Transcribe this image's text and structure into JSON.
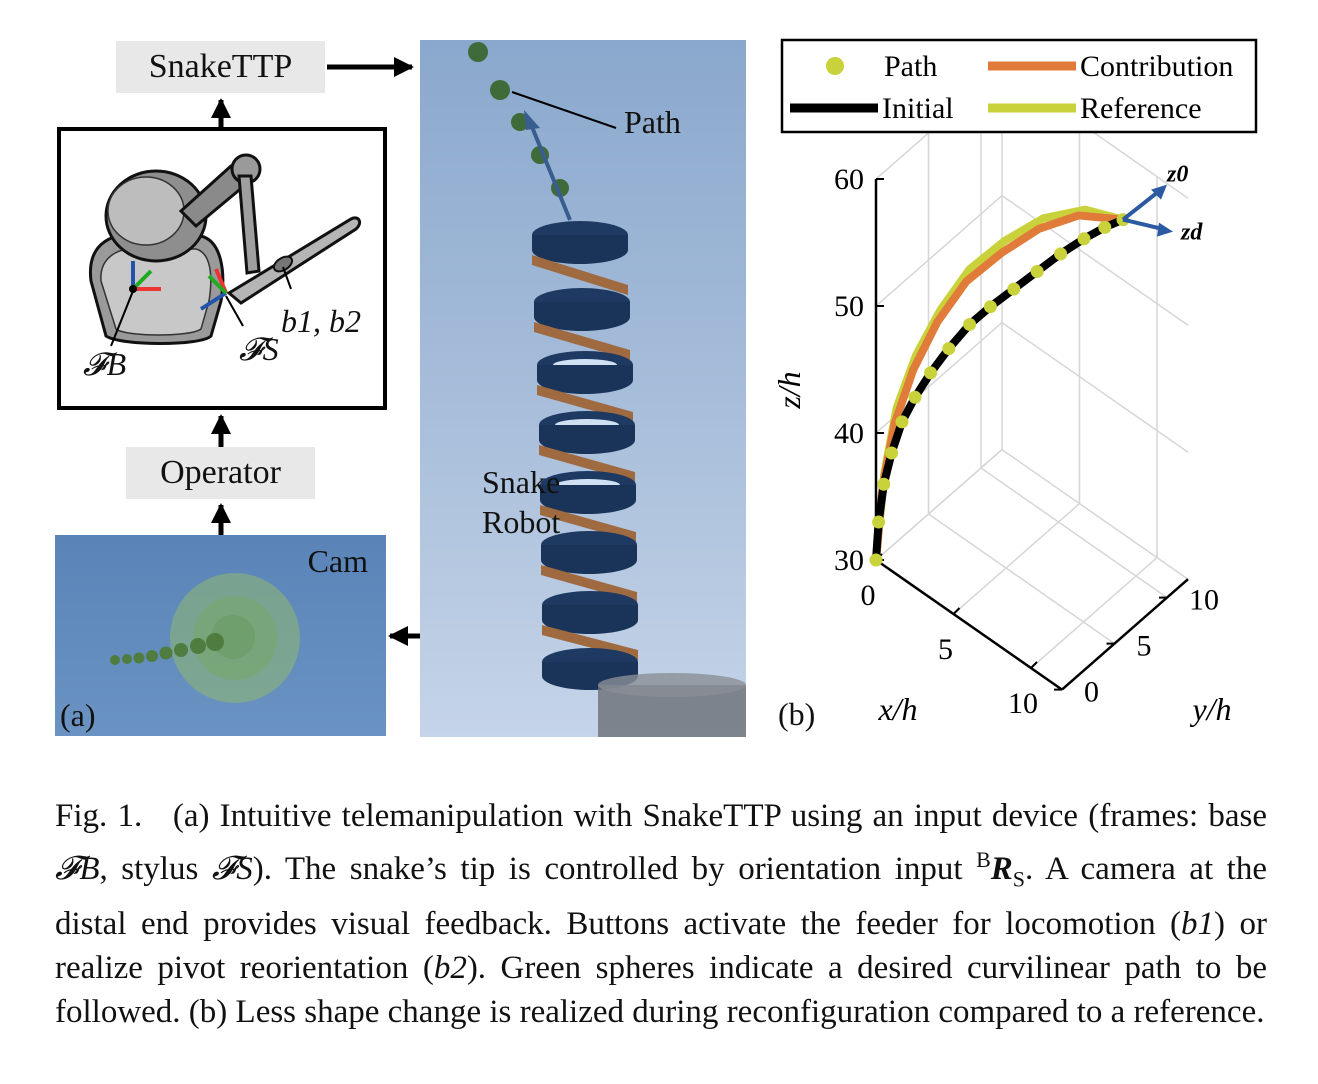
{
  "panel_a": {
    "snakettp_label": "SnakeTTP",
    "operator_label": "Operator",
    "cam_label": "Cam",
    "panel_letter": "(a)",
    "frame_base_label": "𝓕B",
    "frame_stylus_label": "𝓕S",
    "buttons_label": "b1, b2",
    "path_label": "Path",
    "snake_robot_label_line1": "Snake",
    "snake_robot_label_line2": "Robot"
  },
  "panel_b": {
    "panel_letter": "(b)",
    "z0_label": "z0",
    "zd_label": "zd"
  },
  "chart_data": {
    "type": "line",
    "title": "",
    "xlabel": "x/h",
    "ylabel": "y/h",
    "zlabel": "z/h",
    "xticks": [
      0,
      5,
      10
    ],
    "yticks": [
      0,
      5,
      10
    ],
    "zticks": [
      30,
      40,
      50,
      60
    ],
    "xlim": [
      0,
      12
    ],
    "ylim": [
      0,
      12
    ],
    "zlim": [
      30,
      60
    ],
    "grid": true,
    "legend_position": "top",
    "legend": [
      "Path",
      "Contribution",
      "Initial",
      "Reference"
    ],
    "series": [
      {
        "name": "Path",
        "style": "markers",
        "color": "#c9d23a",
        "x": [
          0,
          0.1,
          0.3,
          0.6,
          1.0,
          1.5,
          2.1,
          2.8,
          3.6,
          4.4,
          5.3,
          6.2,
          7.1,
          8.0,
          8.8,
          9.5
        ],
        "y": [
          0,
          0.1,
          0.3,
          0.6,
          1.0,
          1.5,
          2.1,
          2.8,
          3.6,
          4.4,
          5.3,
          6.2,
          7.1,
          8.0,
          8.8,
          9.5
        ],
        "z": [
          30,
          33,
          36,
          38.5,
          41,
          43,
          45,
          47,
          49,
          50.5,
          52,
          53.5,
          55,
          56.3,
          57.3,
          58
        ]
      },
      {
        "name": "Contribution",
        "style": "line",
        "color": "#e07b39",
        "x": [
          0,
          0.3,
          0.8,
          1.6,
          2.6,
          3.8,
          5.2,
          6.6,
          8.0,
          9.5
        ],
        "y": [
          0,
          0.2,
          0.6,
          1.2,
          2.0,
          3.0,
          4.3,
          5.8,
          7.5,
          9.5
        ],
        "z": [
          30,
          36,
          41,
          45.5,
          49.5,
          53,
          55.5,
          57.5,
          58.5,
          58
        ]
      },
      {
        "name": "Initial",
        "style": "line",
        "color": "#000000",
        "x": [
          0,
          0.1,
          0.3,
          0.6,
          1.0,
          1.5,
          2.1,
          2.8,
          3.6,
          4.4,
          5.3,
          6.2,
          7.1,
          8.0,
          8.8,
          9.5
        ],
        "y": [
          0,
          0.1,
          0.3,
          0.6,
          1.0,
          1.5,
          2.1,
          2.8,
          3.6,
          4.4,
          5.3,
          6.2,
          7.1,
          8.0,
          8.8,
          9.5
        ],
        "z": [
          30,
          33,
          36,
          38.5,
          41,
          43,
          45,
          47,
          49,
          50.5,
          52,
          53.5,
          55,
          56.3,
          57.3,
          58
        ]
      },
      {
        "name": "Reference",
        "style": "line",
        "color": "#c9d23a",
        "x": [
          0,
          0.4,
          1.0,
          1.9,
          3.0,
          4.2,
          5.6,
          7.0,
          8.4,
          9.5
        ],
        "y": [
          0,
          0.2,
          0.5,
          1.0,
          1.7,
          2.7,
          4.0,
          5.6,
          7.5,
          9.5
        ],
        "z": [
          30,
          37,
          42.5,
          47,
          51,
          54.5,
          57,
          58.8,
          59.3,
          58
        ]
      }
    ]
  },
  "caption": {
    "fig_label": "Fig. 1.",
    "part1": "(a) Intuitive telemanipulation with SnakeTTP using an input device (frames: base ",
    "fb": "𝓕B",
    "part2": ", stylus ",
    "fs": "𝓕S",
    "part3": "). The snake’s tip is controlled by orientation input ",
    "r_sup": "B",
    "r_sym": "R",
    "r_sub": "S",
    "part4": ". A camera at the distal end provides visual feedback. Buttons activate the feeder for locomotion (",
    "b1": "b1",
    "part5": ") or realize pivot reorientation (",
    "b2": "b2",
    "part6": "). Green spheres indicate a desired curvilinear path to be followed. (b) Less shape change is realized during reconfiguration compared to a reference."
  }
}
